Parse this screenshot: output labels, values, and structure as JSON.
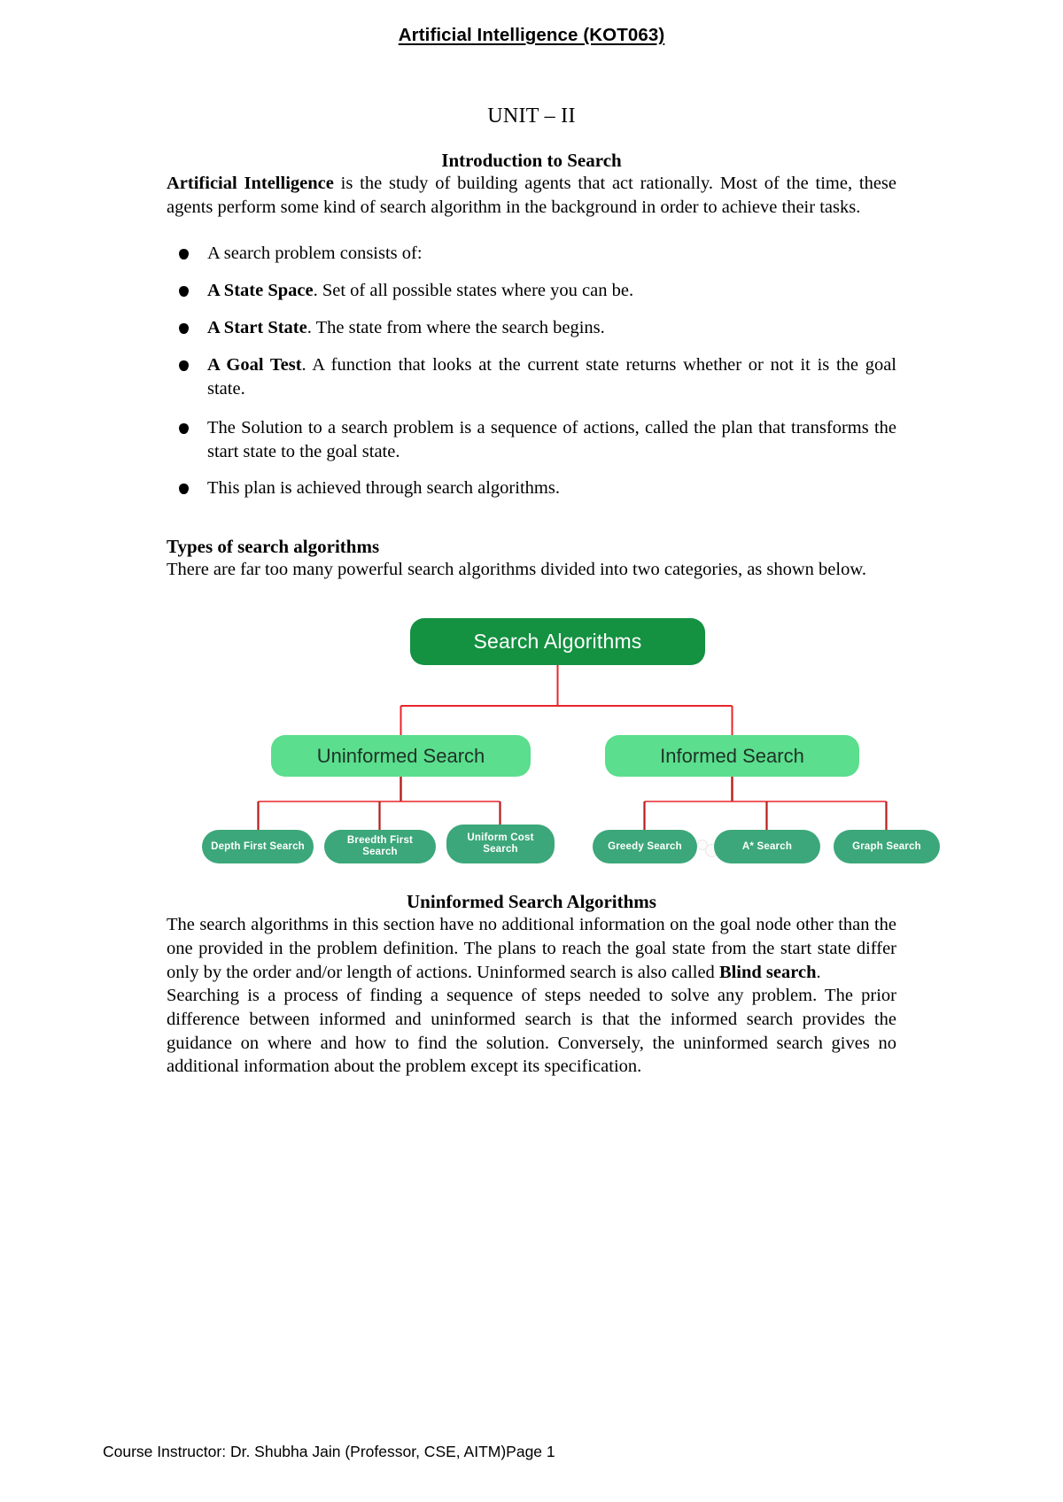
{
  "header": {
    "title": "Artificial Intelligence (KOT063)"
  },
  "unit": {
    "label": "UNIT – II",
    "section_title": "Introduction to Search"
  },
  "intro": {
    "lead": "Artificial Intelligence",
    "text": " is the study of building agents that act rationally. Most of the time, these agents perform some kind of search algorithm in the background in order to achieve their tasks."
  },
  "bullets": [
    {
      "lead": "",
      "text": "A search problem consists of:"
    },
    {
      "lead": "A State Space",
      "text": ". Set of all possible states where you can be."
    },
    {
      "lead": "A Start State",
      "text": ". The state from where the search begins."
    },
    {
      "lead": "A Goal Test",
      "text": ". A function that looks at the current state returns whether or not it is the goal state."
    },
    {
      "lead": "",
      "text": "The Solution to a search problem is a sequence of actions, called the plan that transforms the start state to the goal state."
    },
    {
      "lead": "",
      "text": "This plan is achieved through search algorithms."
    }
  ],
  "types_section": {
    "heading": "Types of search algorithms",
    "paragraph": "There are far too many powerful search algorithms divided into two categories, as shown below."
  },
  "diagram": {
    "root": {
      "label": "Search Algorithms",
      "color": "#149141"
    },
    "level2": [
      {
        "label": "Uninformed Search",
        "color": "#5BDE8D"
      },
      {
        "label": "Informed Search",
        "color": "#5BDE8D"
      }
    ],
    "leaves": [
      {
        "label": "Depth First Search",
        "color": "#3CA77A"
      },
      {
        "label": "Breedth First Search",
        "color": "#3CA77A"
      },
      {
        "label": "Uniform Cost Search",
        "color": "#3CA77A"
      },
      {
        "label": "Greedy Search",
        "color": "#3CA77A"
      },
      {
        "label": "A* Search",
        "color": "#3CA77A"
      },
      {
        "label": "Graph Search",
        "color": "#3CA77A"
      }
    ],
    "connector_color": "#E8252B"
  },
  "uninformed": {
    "heading": "Uninformed Search Algorithms",
    "para1_a": "The search algorithms in this section have no additional information on the goal node other than the one provided in the problem definition. The plans to reach the goal state from the start state differ only by the order and/or length of actions. Uninformed search is also called ",
    "para1_bold": "Blind search",
    "para1_b": ".",
    "para2": "Searching is a process of finding a sequence of steps needed to solve any problem. The prior difference between informed and uninformed search is that the informed search provides the guidance on where and how to find the solution. Conversely, the uninformed search gives no additional information about the problem except its specification."
  },
  "footer": {
    "text": "Course Instructor: Dr. Shubha Jain (Professor, CSE, AITM)Page 1"
  }
}
